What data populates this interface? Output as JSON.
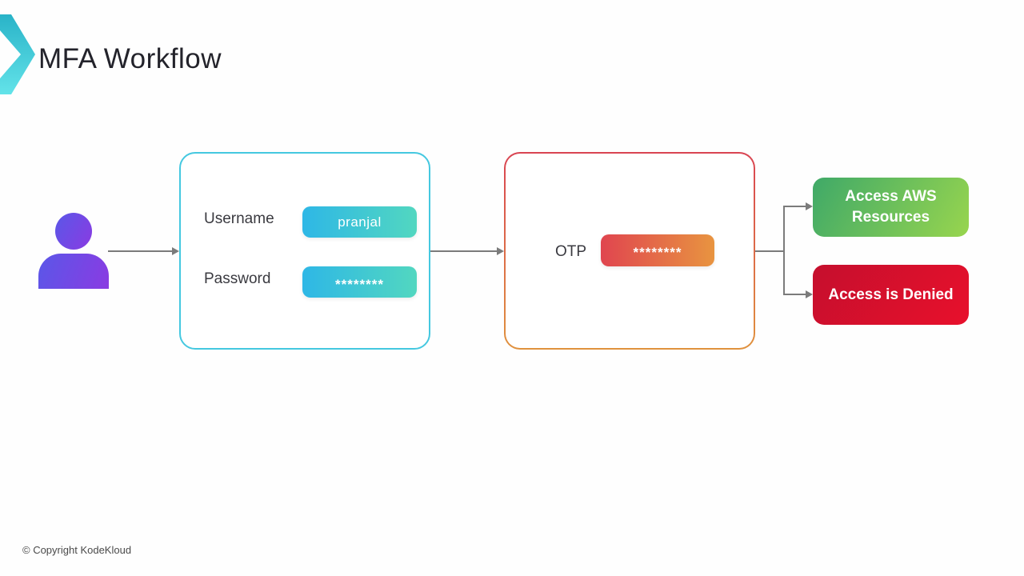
{
  "header": {
    "title": "MFA Workflow"
  },
  "credentials_box": {
    "username_label": "Username",
    "username_value": "pranjal",
    "password_label": "Password",
    "password_masked_value": "********"
  },
  "otp_box": {
    "label": "OTP",
    "masked_value": "********"
  },
  "outcomes": {
    "success": "Access AWS Resources",
    "failure": "Access is Denied"
  },
  "footer": {
    "copyright": "© Copyright KodeKloud"
  },
  "icons": {
    "logo": "chevron-right-icon",
    "user": "person-icon",
    "arrows": "arrow-right-icon"
  },
  "colors": {
    "title-color": "#23232b",
    "label-color": "#3a3a40",
    "copyright-color": "#4a4a4a",
    "arrow-gray": "#7b7b7b",
    "cyan-border": "#45c8e0",
    "teal-pill-start": "#2eb7e6",
    "teal-pill-end": "#52d7c0",
    "otp-border-top": "#d94452",
    "otp-border-bottom": "#e0923e",
    "otp-pill-start": "#e0454f",
    "otp-pill-end": "#e89440",
    "green-start": "#3fa968",
    "green-end": "#98d54e",
    "red-start": "#c50f2d",
    "red-end": "#e8102c",
    "user-start": "#5a57e8",
    "user-end": "#8a3be2",
    "logo-start": "#29b3c8",
    "logo-end": "#63e3e9"
  }
}
